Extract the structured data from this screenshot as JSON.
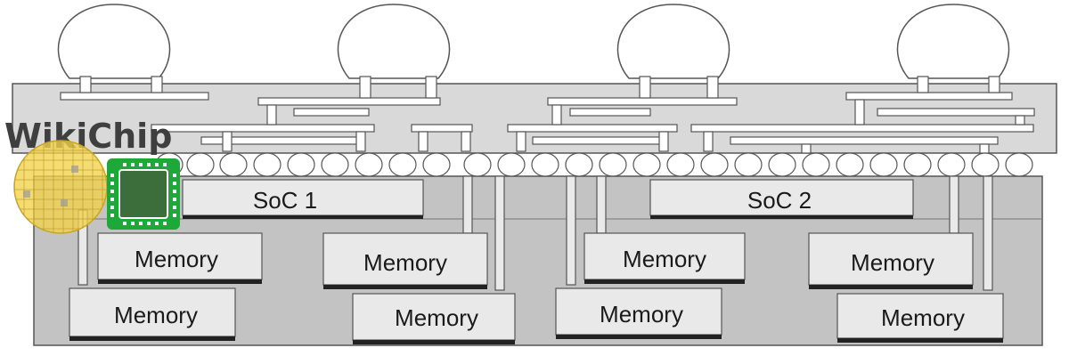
{
  "watermark": {
    "brand": "WikiChip"
  },
  "labels": {
    "soc1": "SoC 1",
    "soc2": "SoC 2",
    "memory": [
      "Memory",
      "Memory",
      "Memory",
      "Memory",
      "Memory",
      "Memory",
      "Memory",
      "Memory"
    ]
  },
  "colors": {
    "substrate": "#d9d9d9",
    "mold": "#c3c3c3",
    "die": "#e9e9e9",
    "line": "#555555",
    "chip_green": "#1fa83a",
    "wafer_yellow": "#f2d24a"
  }
}
